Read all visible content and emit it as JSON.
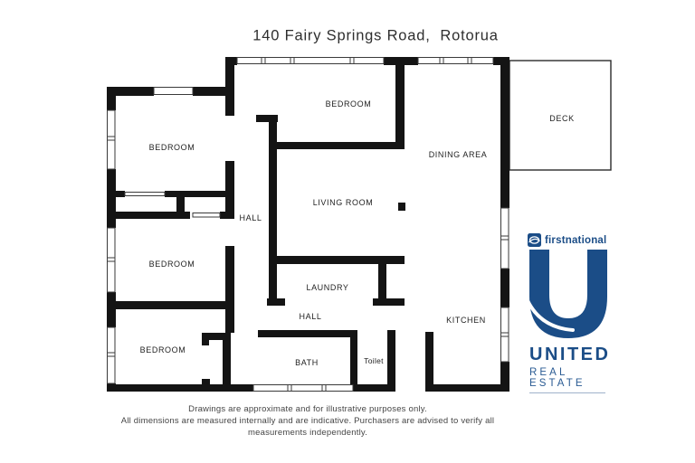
{
  "title": "140 Fairy Springs Road,  Rotorua",
  "rooms": [
    {
      "id": "bedroom-top-left",
      "label": "BEDROOM"
    },
    {
      "id": "bedroom-top-middle",
      "label": "BEDROOM"
    },
    {
      "id": "bedroom-middle-left",
      "label": "BEDROOM"
    },
    {
      "id": "bedroom-bottom-left",
      "label": "BEDROOM"
    },
    {
      "id": "hall-upper",
      "label": "HALL"
    },
    {
      "id": "hall-lower",
      "label": "HALL"
    },
    {
      "id": "living-room",
      "label": "LIVING ROOM"
    },
    {
      "id": "dining-area",
      "label": "DINING AREA"
    },
    {
      "id": "laundry",
      "label": "LAUNDRY"
    },
    {
      "id": "kitchen",
      "label": "KITCHEN"
    },
    {
      "id": "bath",
      "label": "BATH"
    },
    {
      "id": "toilet",
      "label": "Toilet"
    },
    {
      "id": "deck",
      "label": "DECK"
    }
  ],
  "logo": {
    "brand": "firstnational",
    "company_line1": "UNITED",
    "company_line2": "REAL ESTATE",
    "accent_color": "#1b4d87"
  },
  "disclaimer": [
    "Drawings are approximate and for illustrative purposes only.",
    "All dimensions are measured internally and are indicative. Purchasers are advised to verify all",
    "measurements independently."
  ]
}
